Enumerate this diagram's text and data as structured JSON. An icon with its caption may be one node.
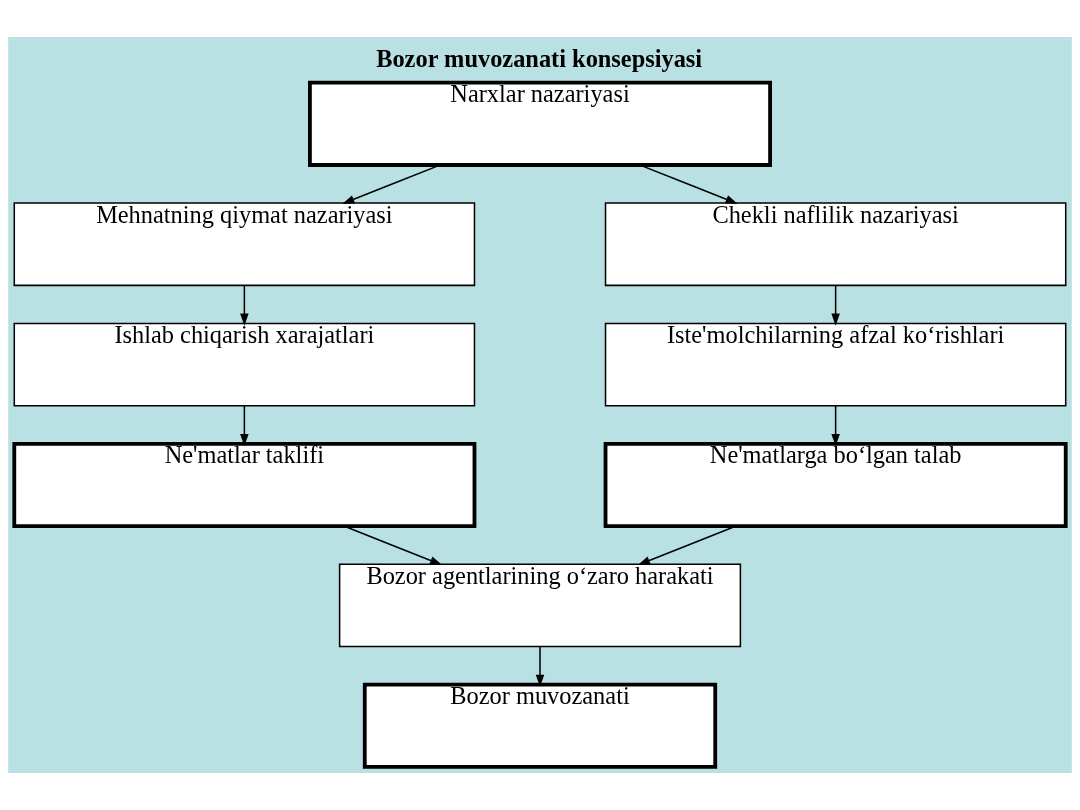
{
  "diagram": {
    "title": "Bozor muvozanati konsepsiyasi",
    "nodes": [
      {
        "text": [
          "Narxlar nazariyasi"
        ]
      },
      {
        "text": [
          "Mehnatning qiymat nazariyasi"
        ]
      },
      {
        "text": [
          "Chekli naflilik nazariyasi"
        ]
      },
      {
        "text": [
          "Ishlab chiqarish xarajatlari"
        ]
      },
      {
        "text": [
          "Iste'molchilarning afzal ko‘rishlari"
        ]
      },
      {
        "text": [
          "Ne'matlar taklifi"
        ]
      },
      {
        "text": [
          "Ne'matlarga bo‘lgan talab"
        ]
      },
      {
        "text": [
          "Bozor agentlarining o‘zaro harakati"
        ]
      },
      {
        "text": [
          "Bozor muvozanati"
        ]
      }
    ],
    "edges": [
      {
        "from": 0,
        "to": 1,
        "arrow": "to"
      },
      {
        "from": 0,
        "to": 2,
        "arrow": "to"
      },
      {
        "from": 1,
        "to": 3,
        "arrow": "to"
      },
      {
        "from": 2,
        "to": 4,
        "arrow": "to"
      },
      {
        "from": 3,
        "to": 5,
        "arrow": "to"
      },
      {
        "from": 4,
        "to": 6,
        "arrow": "to"
      },
      {
        "from": 5,
        "to": 7,
        "arrow": "to"
      },
      {
        "from": 6,
        "to": 7,
        "arrow": "to"
      },
      {
        "from": 7,
        "to": 8,
        "arrow": "to"
      }
    ]
  }
}
